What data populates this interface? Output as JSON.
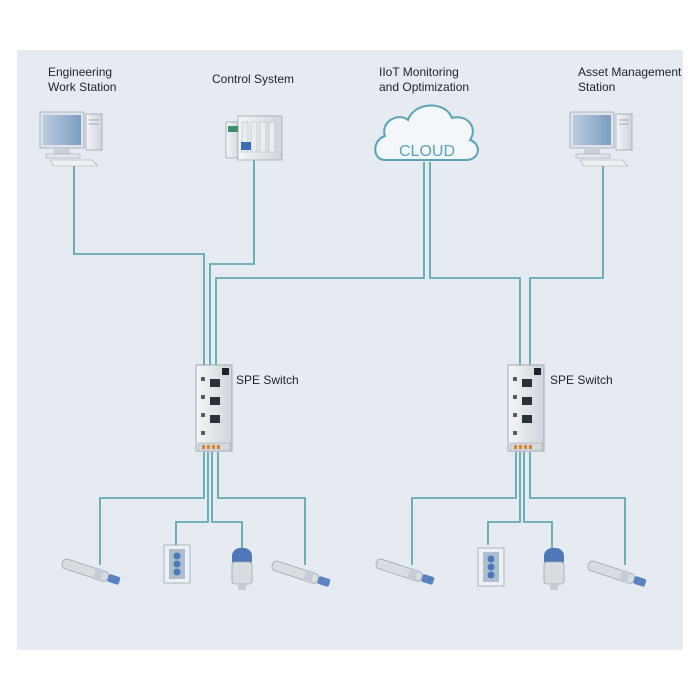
{
  "nodes": {
    "engineering": {
      "line1": "Engineering",
      "line2": "Work Station"
    },
    "control": {
      "label": "Control System"
    },
    "iiot": {
      "line1": "IIoT Monitoring",
      "line2": "and Optimization"
    },
    "cloud": {
      "text": "CLOUD"
    },
    "asset": {
      "line1": "Asset Management",
      "line2": "Station"
    },
    "switch_left": {
      "label": "SPE Switch"
    },
    "switch_right": {
      "label": "SPE Switch"
    }
  },
  "colors": {
    "background": "#e6ebf1",
    "cable": "#4fa0a8",
    "cloud": "#5aa3b8"
  },
  "icons": [
    "desktop-computer-icon",
    "plc-controller-icon",
    "cloud-icon",
    "network-switch-icon",
    "proximity-sensor-icon",
    "control-panel-icon",
    "level-sensor-icon"
  ]
}
